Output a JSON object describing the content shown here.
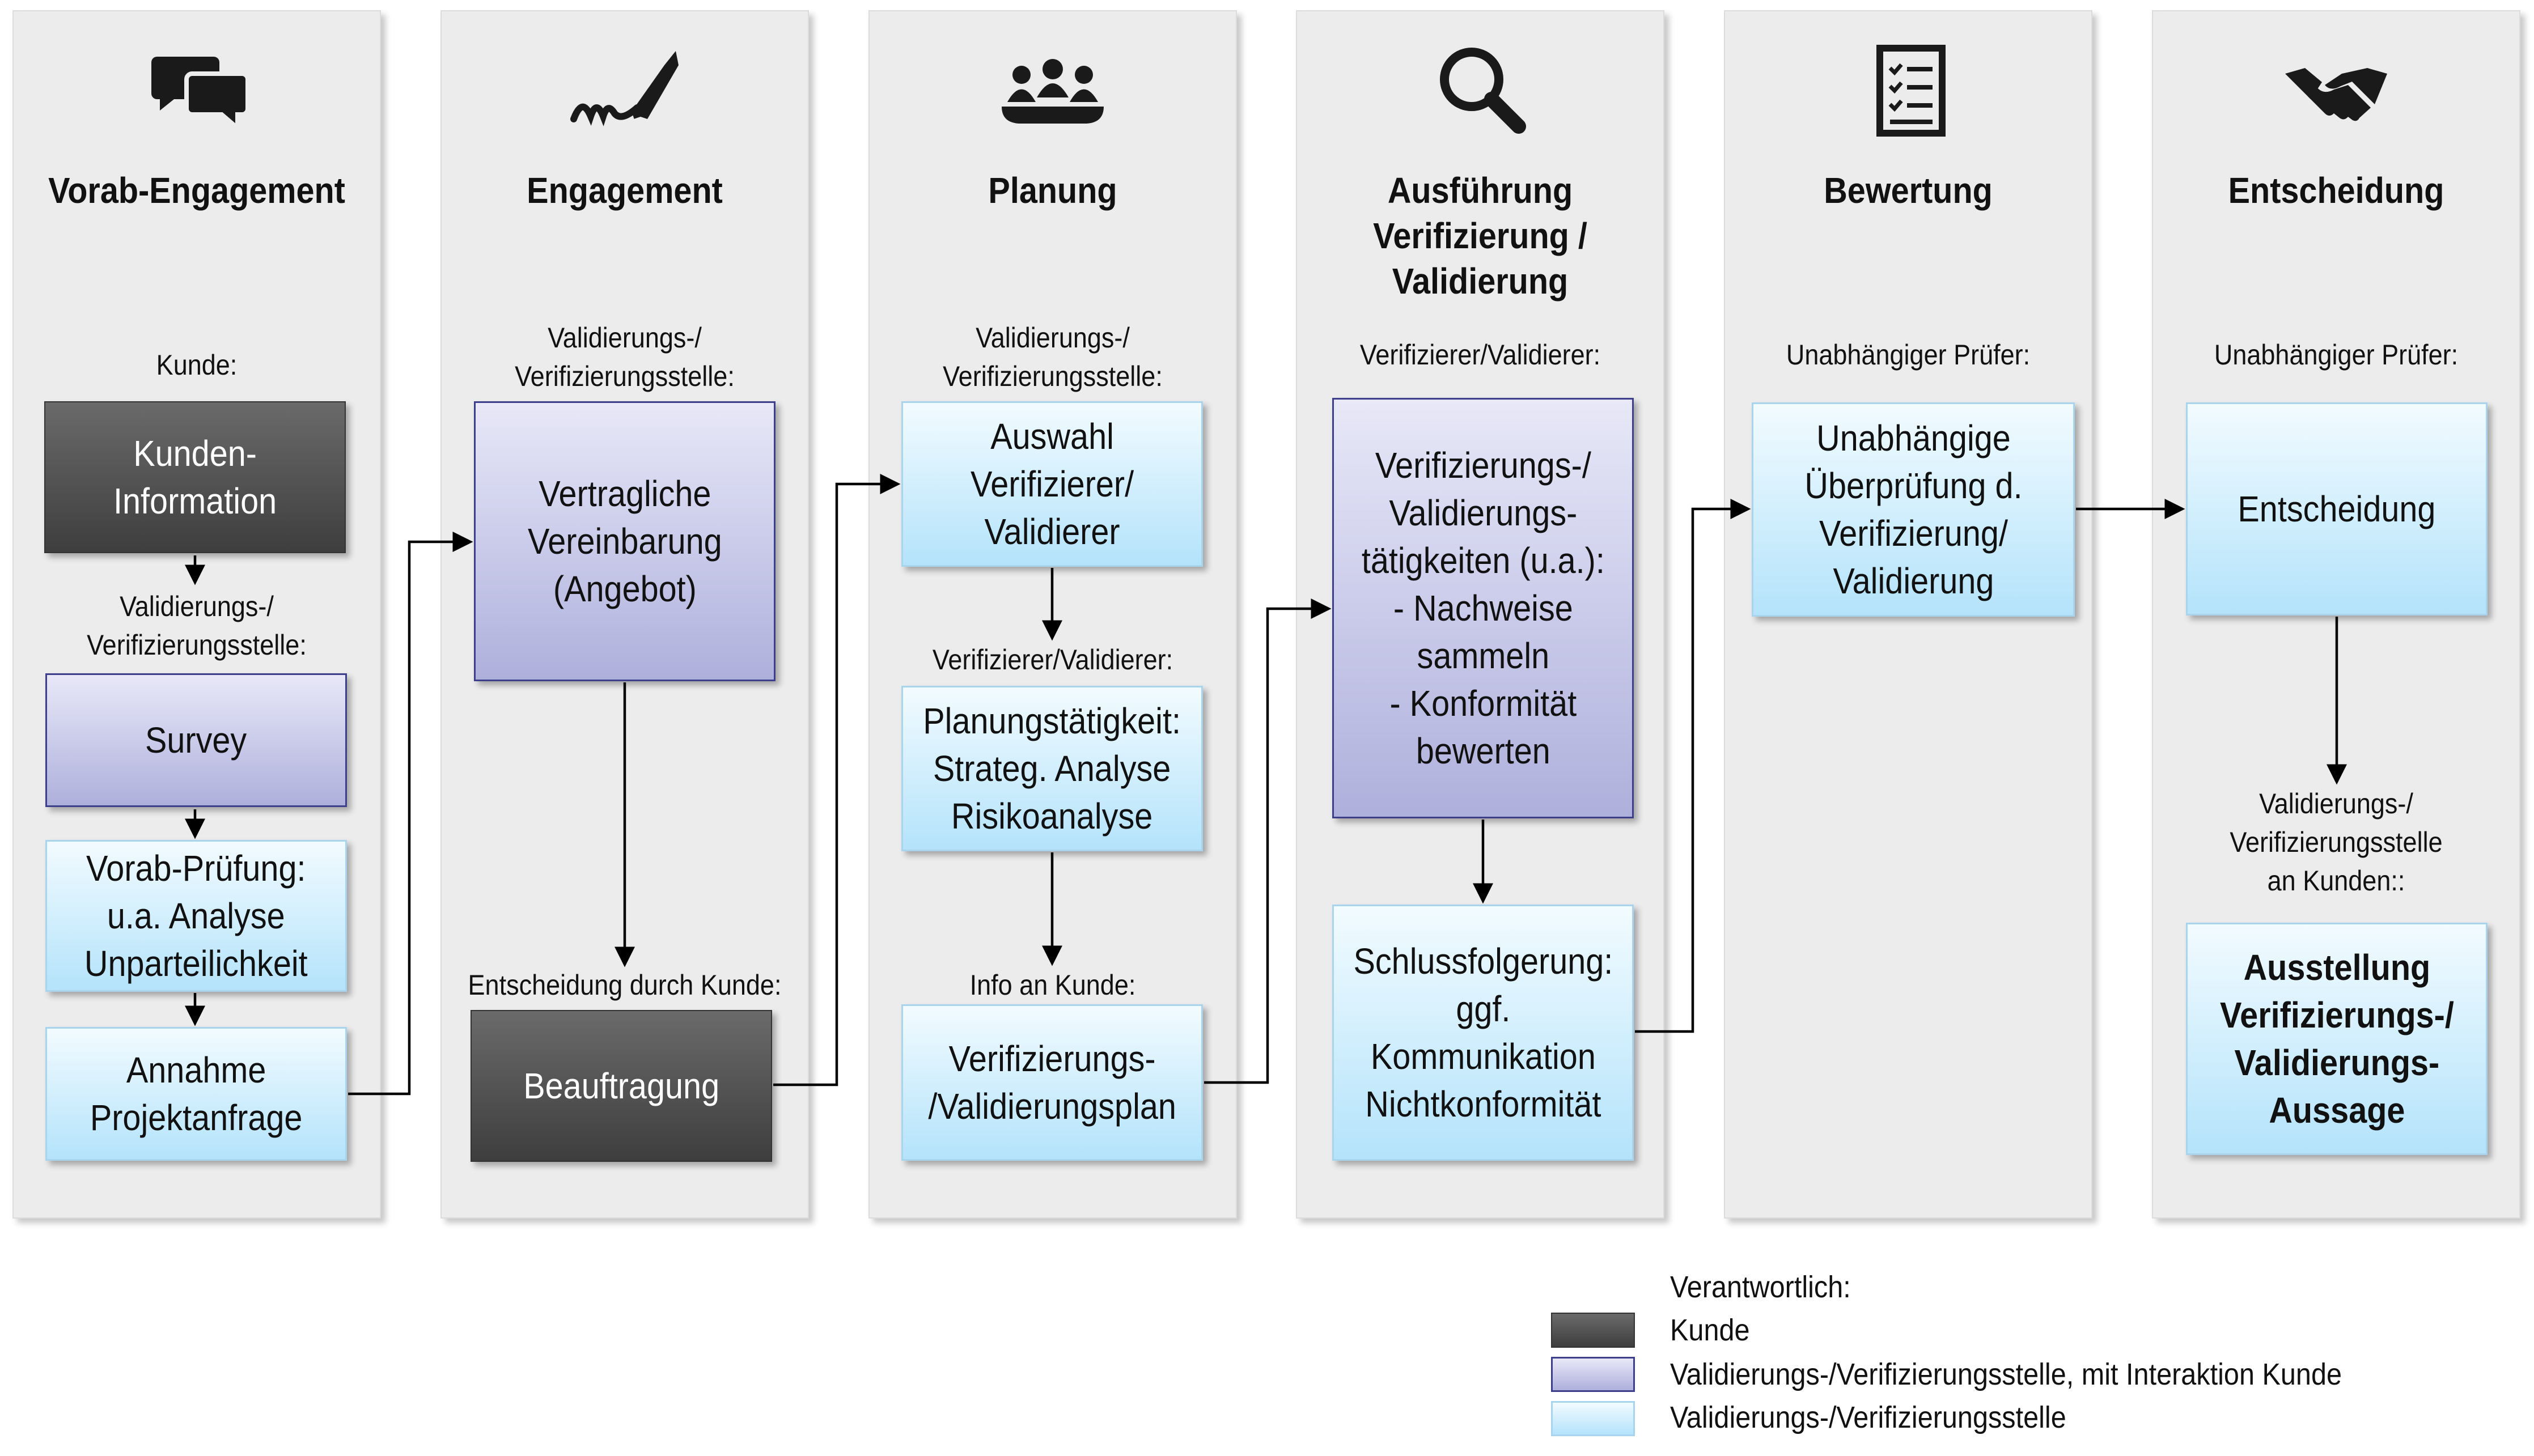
{
  "phases": [
    {
      "title": "Vorab-Engagement",
      "icon": "speech-bubbles-icon"
    },
    {
      "title": "Engagement",
      "icon": "signature-pen-icon"
    },
    {
      "title": "Planung",
      "icon": "people-meeting-icon"
    },
    {
      "title_lines": [
        "Ausführung",
        "Verifizierung /",
        "Validierung"
      ],
      "icon": "magnifier-icon"
    },
    {
      "title": "Bewertung",
      "icon": "checklist-icon"
    },
    {
      "title": "Entscheidung",
      "icon": "handshake-icon"
    }
  ],
  "labels": {
    "c1_kunde": "Kunde:",
    "c1_stelle": [
      "Validierungs-/",
      "Verifizierungsstelle:"
    ],
    "c2_stelle": [
      "Validierungs-/",
      "Verifizierungsstelle:"
    ],
    "c2_entscheidung": "Entscheidung durch Kunde:",
    "c3_stelle": [
      "Validierungs-/",
      "Verifizierungsstelle:"
    ],
    "c3_verifizierer": "Verifizierer/Validierer:",
    "c3_info": "Info an Kunde:",
    "c4_verifizierer": "Verifizierer/Validierer:",
    "c5_pruefer": "Unabhängiger Prüfer:",
    "c6_pruefer": "Unabhängiger Prüfer:",
    "c6_an_kunden": [
      "Validierungs-/",
      "Verifizierungsstelle",
      "an Kunden::"
    ]
  },
  "boxes": {
    "kunden_information": [
      "Kunden-",
      "Information"
    ],
    "survey": [
      "Survey"
    ],
    "vorab_pruefung": [
      "Vorab-Prüfung:",
      "u.a. Analyse",
      "Unparteilichkeit"
    ],
    "annahme": [
      "Annahme",
      "Projektanfrage"
    ],
    "vertragliche": [
      "Vertragliche",
      "Vereinbarung",
      "(Angebot)"
    ],
    "beauftragung": [
      "Beauftragung"
    ],
    "auswahl": [
      "Auswahl",
      "Verifizierer/",
      "Validierer"
    ],
    "planungstaetigkeit": [
      "Planungstätigkeit:",
      "Strateg. Analyse",
      "Risikoanalyse"
    ],
    "verifizierungsplan": [
      "Verifizierungs-",
      "/Validierungsplan"
    ],
    "taetigkeiten": [
      "Verifizierungs-/",
      "Validierungs-",
      "tätigkeiten (u.a.):",
      "- Nachweise",
      "sammeln",
      "- Konformität",
      "bewerten"
    ],
    "schlussfolgerung": [
      "Schlussfolgerung:",
      "ggf.",
      "Kommunikation",
      "Nichtkonformität"
    ],
    "ueberpruefung": [
      "Unabhängige",
      "Überprüfung d.",
      "Verifizierung/",
      "Validierung"
    ],
    "entscheidung": [
      "Entscheidung"
    ],
    "ausstellung": [
      "Ausstellung",
      "Verifizierungs-/",
      "Validierungs-",
      "Aussage"
    ]
  },
  "legend": {
    "title": "Verantwortlich:",
    "items": [
      {
        "label": "Kunde",
        "style": "dark"
      },
      {
        "label": "Validierungs-/Verifizierungsstelle, mit Interaktion Kunde",
        "style": "purple"
      },
      {
        "label": "Validierungs-/Verifizierungsstelle",
        "style": "light"
      }
    ]
  },
  "colors": {
    "customer": "#4a4a4a",
    "interaction": "#b7b9e2",
    "body": "#c5eafc",
    "phase_background": "#ececec"
  }
}
